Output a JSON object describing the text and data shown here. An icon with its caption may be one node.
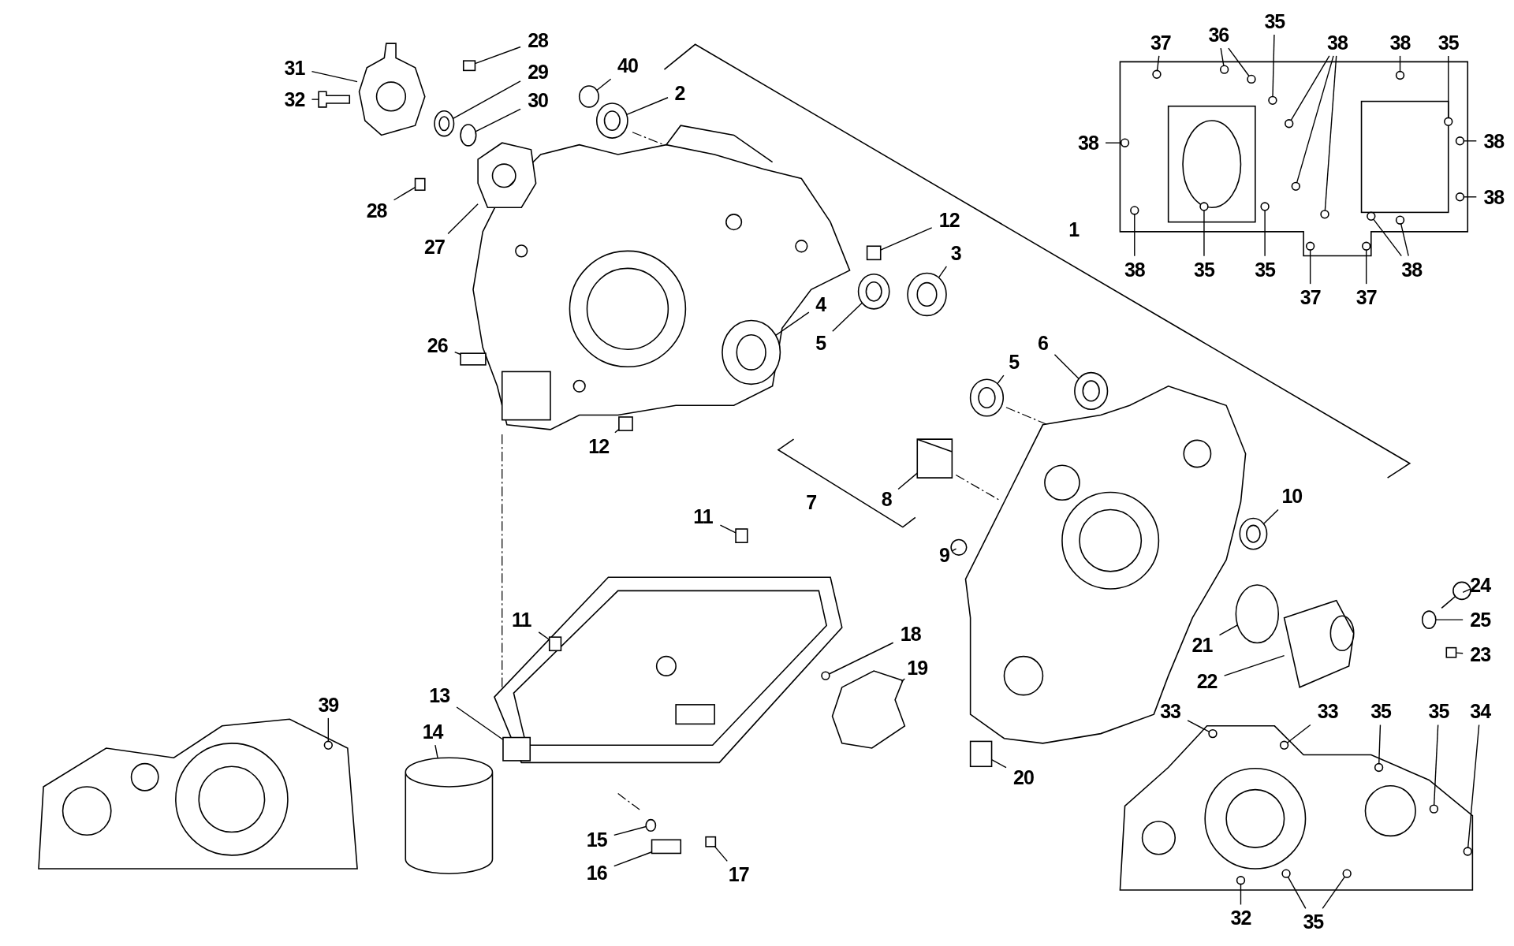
{
  "diagram": {
    "nodes": [
      {
        "text": [
          "31"
        ]
      },
      {
        "text": [
          "32"
        ]
      },
      {
        "text": [
          "28"
        ]
      },
      {
        "text": [
          "29"
        ]
      },
      {
        "text": [
          "30"
        ]
      },
      {
        "text": [
          "40"
        ]
      },
      {
        "text": [
          "2"
        ]
      },
      {
        "text": [
          "28"
        ]
      },
      {
        "text": [
          "27"
        ]
      },
      {
        "text": [
          "12"
        ]
      },
      {
        "text": [
          "3"
        ]
      },
      {
        "text": [
          "4"
        ]
      },
      {
        "text": [
          "5"
        ]
      },
      {
        "text": [
          "26"
        ]
      },
      {
        "text": [
          "12"
        ]
      },
      {
        "text": [
          "6"
        ]
      },
      {
        "text": [
          "5"
        ]
      },
      {
        "text": [
          "8"
        ]
      },
      {
        "text": [
          "10"
        ]
      },
      {
        "text": [
          "11"
        ]
      },
      {
        "text": [
          "9"
        ]
      },
      {
        "text": [
          "24"
        ]
      },
      {
        "text": [
          "11"
        ]
      },
      {
        "text": [
          "25"
        ]
      },
      {
        "text": [
          "18"
        ]
      },
      {
        "text": [
          "21"
        ]
      },
      {
        "text": [
          "23"
        ]
      },
      {
        "text": [
          "19"
        ]
      },
      {
        "text": [
          "22"
        ]
      },
      {
        "text": [
          "13"
        ]
      },
      {
        "text": [
          "39"
        ]
      },
      {
        "text": [
          "14"
        ]
      },
      {
        "text": [
          "20"
        ]
      },
      {
        "text": [
          "15"
        ]
      },
      {
        "text": [
          "16"
        ]
      },
      {
        "text": [
          "17"
        ]
      },
      {
        "text": [
          "37"
        ]
      },
      {
        "text": [
          "36"
        ]
      },
      {
        "text": [
          "35"
        ]
      },
      {
        "text": [
          "38"
        ]
      },
      {
        "text": [
          "38"
        ]
      },
      {
        "text": [
          "35"
        ]
      },
      {
        "text": [
          "38"
        ]
      },
      {
        "text": [
          "38"
        ]
      },
      {
        "text": [
          "38"
        ]
      },
      {
        "text": [
          "38"
        ]
      },
      {
        "text": [
          "35"
        ]
      },
      {
        "text": [
          "35"
        ]
      },
      {
        "text": [
          "38"
        ]
      },
      {
        "text": [
          "37"
        ]
      },
      {
        "text": [
          "37"
        ]
      },
      {
        "text": [
          "33"
        ]
      },
      {
        "text": [
          "33"
        ]
      },
      {
        "text": [
          "35"
        ]
      },
      {
        "text": [
          "35"
        ]
      },
      {
        "text": [
          "34"
        ]
      },
      {
        "text": [
          "32"
        ]
      },
      {
        "text": [
          "35"
        ]
      },
      {
        "text": [],
        "shape": "picture"
      },
      {
        "text": [],
        "shape": "picture"
      },
      {
        "text": [],
        "shape": "picture"
      },
      {
        "text": [],
        "shape": "picture"
      },
      {
        "text": [],
        "shape": "picture"
      },
      {
        "text": [],
        "shape": "box"
      },
      {
        "text": [],
        "shape": "picture"
      },
      {
        "text": [],
        "shape": "circle"
      },
      {
        "text": [],
        "shape": "circle"
      },
      {
        "text": [],
        "shape": "picture"
      },
      {
        "text": [],
        "shape": "box"
      },
      {
        "text": [],
        "shape": "picture"
      },
      {
        "text": [],
        "shape": "box"
      },
      {
        "text": [],
        "shape": "picture"
      },
      {
        "text": [],
        "shape": "picture"
      },
      {
        "text": [],
        "shape": "picture"
      },
      {
        "text": [],
        "shape": "box"
      },
      {
        "text": [],
        "shape": "box"
      },
      {
        "text": [],
        "shape": "picture"
      },
      {
        "text": [],
        "shape": "picture"
      },
      {
        "text": [],
        "shape": "picture"
      },
      {
        "text": [],
        "shape": "picture"
      },
      {
        "text": [],
        "shape": "box"
      },
      {
        "text": [],
        "shape": "circle"
      },
      {
        "text": [],
        "shape": "picture"
      },
      {
        "text": [],
        "shape": "box"
      },
      {
        "text": [],
        "shape": "circle"
      },
      {
        "text": [],
        "shape": "circle"
      },
      {
        "text": [],
        "shape": "circle"
      },
      {
        "text": [],
        "shape": "box"
      },
      {
        "text": [],
        "shape": "picture"
      },
      {
        "text": [],
        "shape": "picture"
      },
      {
        "text": [],
        "shape": "box"
      },
      {
        "text": [],
        "shape": "circle",
        "in": 59
      },
      {
        "text": [],
        "shape": "cylinder"
      },
      {
        "text": [],
        "shape": "box"
      },
      {
        "text": [],
        "shape": "circle"
      },
      {
        "text": [],
        "shape": "box"
      },
      {
        "text": [],
        "shape": "box"
      },
      {
        "text": [],
        "shape": "circle",
        "in": 58
      },
      {
        "text": [],
        "shape": "circle",
        "in": 58
      },
      {
        "text": [],
        "shape": "circle",
        "in": 58
      },
      {
        "text": [],
        "shape": "circle",
        "in": 58
      },
      {
        "text": [],
        "shape": "circle",
        "in": 58
      },
      {
        "text": [],
        "shape": "circle",
        "in": 58
      },
      {
        "text": [],
        "shape": "circle",
        "in": 58
      },
      {
        "text": [],
        "shape": "circle",
        "in": 58
      },
      {
        "text": [],
        "shape": "circle",
        "in": 58
      },
      {
        "text": [],
        "shape": "circle",
        "in": 58
      },
      {
        "text": [],
        "shape": "circle",
        "in": 58
      },
      {
        "text": [],
        "shape": "circle",
        "in": 58
      },
      {
        "text": [],
        "shape": "circle",
        "in": 58
      },
      {
        "text": [],
        "shape": "circle",
        "in": 58
      },
      {
        "text": [],
        "shape": "circle",
        "in": 58
      },
      {
        "text": [],
        "shape": "circle",
        "in": 58
      },
      {
        "text": [],
        "shape": "circle",
        "in": 58
      },
      {
        "text": [],
        "shape": "circle",
        "in": 58
      },
      {
        "text": [],
        "shape": "circle",
        "in": 58
      },
      {
        "text": [],
        "shape": "circle",
        "in": 60
      },
      {
        "text": [],
        "shape": "circle",
        "in": 60
      },
      {
        "text": [],
        "shape": "circle",
        "in": 60
      },
      {
        "text": [],
        "shape": "circle",
        "in": 60
      },
      {
        "text": [],
        "shape": "circle",
        "in": 60
      },
      {
        "text": [],
        "shape": "circle",
        "in": 60
      },
      {
        "text": [],
        "shape": "circle",
        "in": 60
      },
      {
        "text": [],
        "shape": "circle",
        "in": 60
      }
    ],
    "edges": [
      {
        "from": 0,
        "to": 61,
        "arrow": "none"
      },
      {
        "from": 1,
        "to": 62,
        "arrow": "none"
      },
      {
        "from": 2,
        "to": 63,
        "arrow": "none"
      },
      {
        "from": 3,
        "to": 64,
        "arrow": "none"
      },
      {
        "from": 4,
        "to": 65,
        "arrow": "none"
      },
      {
        "from": 5,
        "to": 66,
        "arrow": "none"
      },
      {
        "from": 6,
        "to": 67,
        "arrow": "none"
      },
      {
        "from": 7,
        "to": 68,
        "arrow": "none"
      },
      {
        "from": 8,
        "to": 69,
        "arrow": "none"
      },
      {
        "from": 9,
        "to": 70,
        "arrow": "none"
      },
      {
        "from": 10,
        "to": 71,
        "arrow": "none"
      },
      {
        "from": 11,
        "to": 72,
        "arrow": "none"
      },
      {
        "from": 12,
        "to": 73,
        "arrow": "none"
      },
      {
        "from": 13,
        "to": 74,
        "arrow": "none"
      },
      {
        "from": 14,
        "to": 75,
        "arrow": "none"
      },
      {
        "from": 15,
        "to": 76,
        "arrow": "none"
      },
      {
        "from": 16,
        "to": 77,
        "arrow": "none"
      },
      {
        "from": 17,
        "to": 78,
        "arrow": "none"
      },
      {
        "from": 18,
        "to": 79,
        "arrow": "none"
      },
      {
        "from": 19,
        "to": 80,
        "arrow": "none"
      },
      {
        "from": 20,
        "to": 81,
        "arrow": "none"
      },
      {
        "from": 21,
        "to": 82,
        "arrow": "none"
      },
      {
        "from": 22,
        "to": 83,
        "arrow": "none"
      },
      {
        "from": 23,
        "to": 84,
        "arrow": "none"
      },
      {
        "from": 24,
        "to": 85,
        "arrow": "none"
      },
      {
        "from": 25,
        "to": 86,
        "arrow": "none"
      },
      {
        "from": 26,
        "to": 87,
        "arrow": "none"
      },
      {
        "from": 27,
        "to": 88,
        "arrow": "none"
      },
      {
        "from": 28,
        "to": 89,
        "arrow": "none"
      },
      {
        "from": 29,
        "to": 90,
        "arrow": "none"
      },
      {
        "from": 30,
        "to": 91,
        "arrow": "none"
      },
      {
        "from": 31,
        "to": 92,
        "arrow": "none"
      },
      {
        "from": 32,
        "to": 93,
        "arrow": "none"
      },
      {
        "from": 33,
        "to": 94,
        "arrow": "none"
      },
      {
        "from": 34,
        "to": 95,
        "arrow": "none"
      },
      {
        "from": 35,
        "to": 96,
        "arrow": "none"
      },
      {
        "from": 36,
        "to": 97,
        "arrow": "none"
      },
      {
        "from": 37,
        "to": 98,
        "arrow": "none"
      },
      {
        "from": 37,
        "to": 99,
        "arrow": "none"
      },
      {
        "from": 38,
        "to": 100,
        "arrow": "none"
      },
      {
        "from": 39,
        "to": 101,
        "arrow": "none"
      },
      {
        "from": 39,
        "to": 102,
        "arrow": "none"
      },
      {
        "from": 39,
        "to": 103,
        "arrow": "none"
      },
      {
        "from": 40,
        "to": 104,
        "arrow": "none"
      },
      {
        "from": 41,
        "to": 105,
        "arrow": "none"
      },
      {
        "from": 42,
        "to": 106,
        "arrow": "none"
      },
      {
        "from": 43,
        "to": 107,
        "arrow": "none"
      },
      {
        "from": 44,
        "to": 108,
        "arrow": "none"
      },
      {
        "from": 45,
        "to": 109,
        "arrow": "none"
      },
      {
        "from": 46,
        "to": 110,
        "arrow": "none"
      },
      {
        "from": 47,
        "to": 111,
        "arrow": "none"
      },
      {
        "from": 48,
        "to": 112,
        "arrow": "none"
      },
      {
        "from": 48,
        "to": 113,
        "arrow": "none"
      },
      {
        "from": 49,
        "to": 114,
        "arrow": "none"
      },
      {
        "from": 50,
        "to": 115,
        "arrow": "none"
      },
      {
        "from": 51,
        "to": 116,
        "arrow": "none"
      },
      {
        "from": 52,
        "to": 117,
        "arrow": "none"
      },
      {
        "from": 53,
        "to": 118,
        "arrow": "none"
      },
      {
        "from": 54,
        "to": 119,
        "arrow": "none"
      },
      {
        "from": 55,
        "to": 120,
        "arrow": "none"
      },
      {
        "from": 56,
        "to": 121,
        "arrow": "none"
      },
      {
        "from": 57,
        "to": 122,
        "arrow": "none"
      },
      {
        "from": 57,
        "to": 123,
        "arrow": "none"
      }
    ],
    "labels": [
      "1",
      "7"
    ]
  }
}
